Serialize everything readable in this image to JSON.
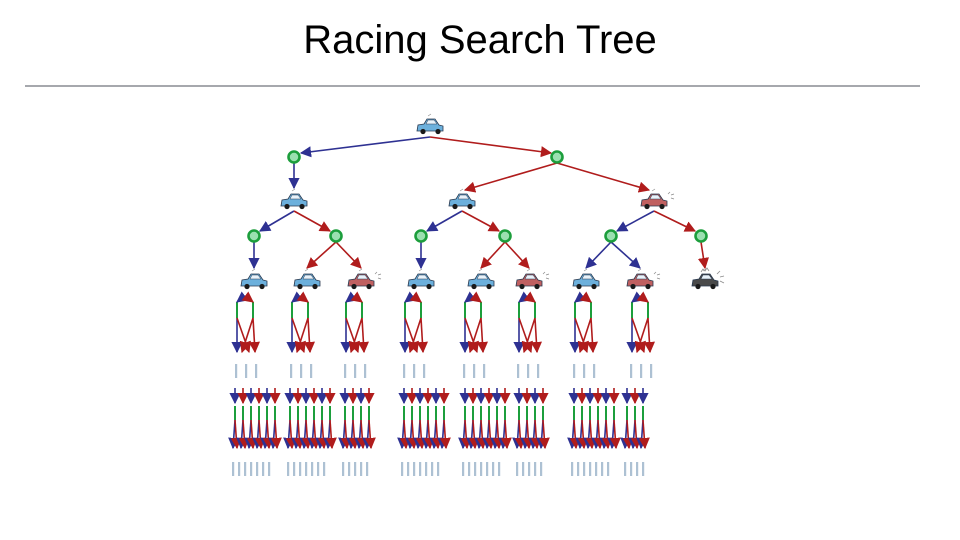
{
  "title": "Racing Search Tree",
  "colors": {
    "blue_edge": "#2e3192",
    "red_edge": "#b01c1c",
    "chance_node_fill": "#9be0b0",
    "chance_node_stroke": "#1c9e3c",
    "car_blue": "#6cb0dc",
    "car_red": "#c06060",
    "car_crashed": "#4a4a4a",
    "divider": "#a6a8ad"
  },
  "tree": {
    "root": "blue-car",
    "level1_chance_nodes": 2,
    "level2_states": [
      "blue-car",
      "blue-car",
      "red-car"
    ],
    "level3_chance_nodes": 6,
    "level4_states": [
      "blue-car",
      "blue-car",
      "red-car",
      "blue-car",
      "blue-car",
      "red-car",
      "blue-car",
      "red-car",
      "crashed-car"
    ]
  }
}
